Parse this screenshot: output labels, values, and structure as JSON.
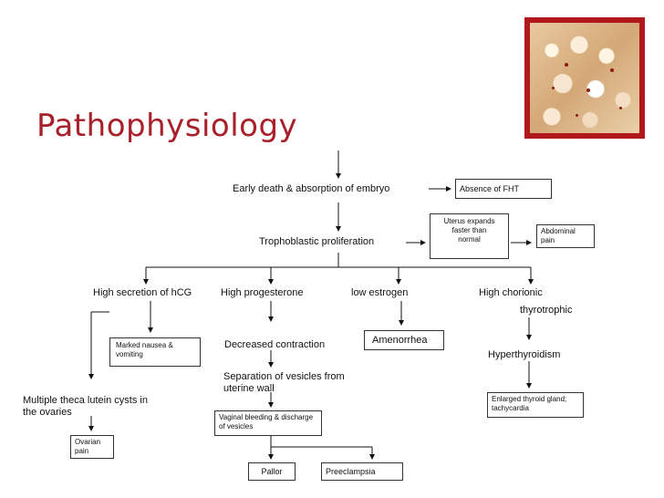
{
  "title": "Pathophysiology",
  "nodes": {
    "early_death": "Early death & absorption of embryo",
    "absence_fht": "Absence of FHT",
    "trophoblastic": "Trophoblastic proliferation",
    "uterus_expands": "Uterus expands faster than normal",
    "abdominal_pain": "Abdominal pain",
    "high_hcg": "High secretion of hCG",
    "high_progesterone": "High progesterone",
    "low_estrogen": "low estrogen",
    "high_chorionic": "High chorionic",
    "thyrotrophic": "thyrotrophic",
    "marked_nausea": "Marked nausea & vomiting",
    "decreased_contraction": "Decreased contraction",
    "amenorrhea": "Amenorrhea",
    "hyperthyroidism": "Hyperthyroidism",
    "separation": "Separation of vesicles from uterine wall",
    "theca_lutein": "Multiple theca lutein cysts in the ovaries",
    "enlarged_thyroid": "Enlarged thyroid gland; tachycardia",
    "vaginal_bleeding": "Vaginal bleeding & discharge of vesicles",
    "ovarian_pain": "Ovarian pain",
    "pallor": "Pallor",
    "preeclampsia": "Preeclampsia"
  },
  "colors": {
    "title": "#a8202a",
    "frame": "#b0181c"
  }
}
